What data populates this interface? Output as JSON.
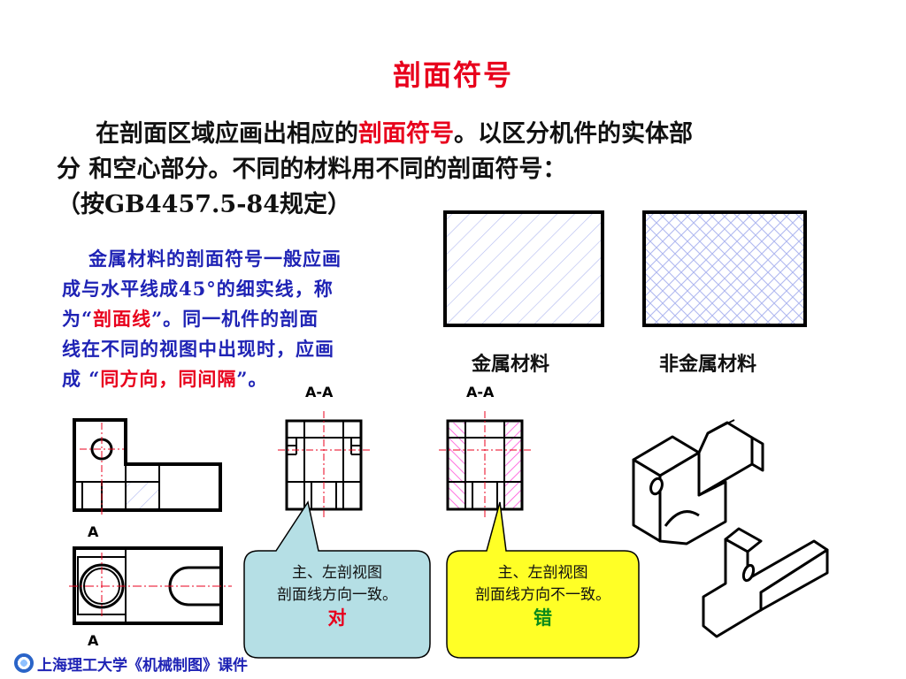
{
  "title": "剖面符号",
  "intro": {
    "line1_a": "在剖面区域应画出相应的",
    "line1_red": "剖面符号",
    "line1_b": "。以区分机件的实体部",
    "line2": "分 和空心部分。不同的材料用不同的剖面符号：",
    "line3": "（按GB4457.5-84规定）"
  },
  "rule": {
    "line1": "金属材料的剖面符号一般应画",
    "line2": "成与水平线成45°的细实线，称",
    "line3_a": "为“",
    "line3_red": "剖面线",
    "line3_b": "”。同一机件的剖面",
    "line4": "线在不同的视图中出现时，应画",
    "line5_a": "成 “",
    "line5_red": "同方向，同间隔",
    "line5_b": "”。"
  },
  "samples": {
    "metal": "金属材料",
    "nonmetal": "非金属材料"
  },
  "section_labels": {
    "aa_1": "A-A",
    "aa_2": "A-A",
    "a_1": "A",
    "a_2": "A"
  },
  "bubbles": {
    "correct": {
      "line1": "主、左剖视图",
      "line2": "剖面线方向一致。",
      "verdict": "对",
      "fill": "#b5dfe5"
    },
    "wrong": {
      "line1": "主、左剖视图",
      "line2": "剖面线方向不一致。",
      "verdict": "错",
      "fill": "#ffff26"
    }
  },
  "colors": {
    "title": "#e8001c",
    "blue_text": "#1f23b5",
    "hatch_metal": "#b0b8f0",
    "hatch_section": "#ff4fd8"
  },
  "footer": "上海理工大学《机械制图》课件"
}
